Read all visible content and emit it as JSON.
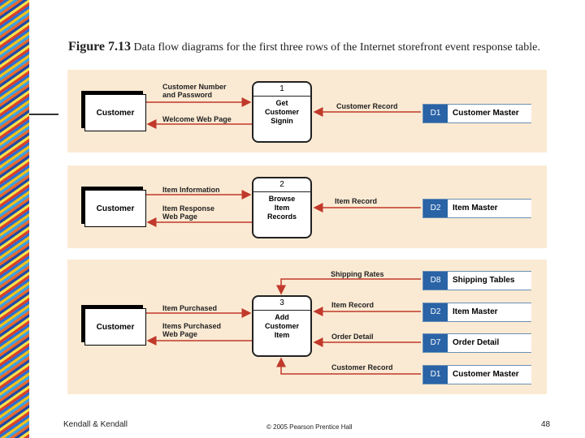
{
  "figure": {
    "label": "Figure 7.13",
    "caption": "Data flow diagrams for the first three rows of the Internet storefront event response table."
  },
  "rows": [
    {
      "actor": "Customer",
      "process_id": "1",
      "process_name": "Get\nCustomer\nSignin",
      "flows_in": "Customer Number\nand Password",
      "flows_out": "Welcome Web Page",
      "store_flow": "Customer Record",
      "store": {
        "id": "D1",
        "name": "Customer Master"
      }
    },
    {
      "actor": "Customer",
      "process_id": "2",
      "process_name": "Browse\nItem\nRecords",
      "flows_in": "Item Information",
      "flows_out": "Item Response\nWeb Page",
      "store_flow": "Item Record",
      "store": {
        "id": "D2",
        "name": "Item Master"
      }
    },
    {
      "actor": "Customer",
      "process_id": "3",
      "process_name": "Add\nCustomer\nItem",
      "flows_in": "Item Purchased",
      "flows_out": "Items Purchased\nWeb Page",
      "store_flows": [
        "Shipping Rates",
        "Item Record",
        "Order Detail",
        "Customer Record"
      ],
      "stores": [
        {
          "id": "D8",
          "name": "Shipping Tables"
        },
        {
          "id": "D2",
          "name": "Item Master"
        },
        {
          "id": "D7",
          "name": "Order Detail"
        },
        {
          "id": "D1",
          "name": "Customer Master"
        }
      ]
    }
  ],
  "footer": {
    "left": "Kendall & Kendall",
    "center": "© 2005 Pearson Prentice Hall",
    "page": "48"
  },
  "colors": {
    "panel": "#fbead3",
    "flow_arrow": "#c0392b",
    "store_id_fill": "#2a63a6"
  }
}
